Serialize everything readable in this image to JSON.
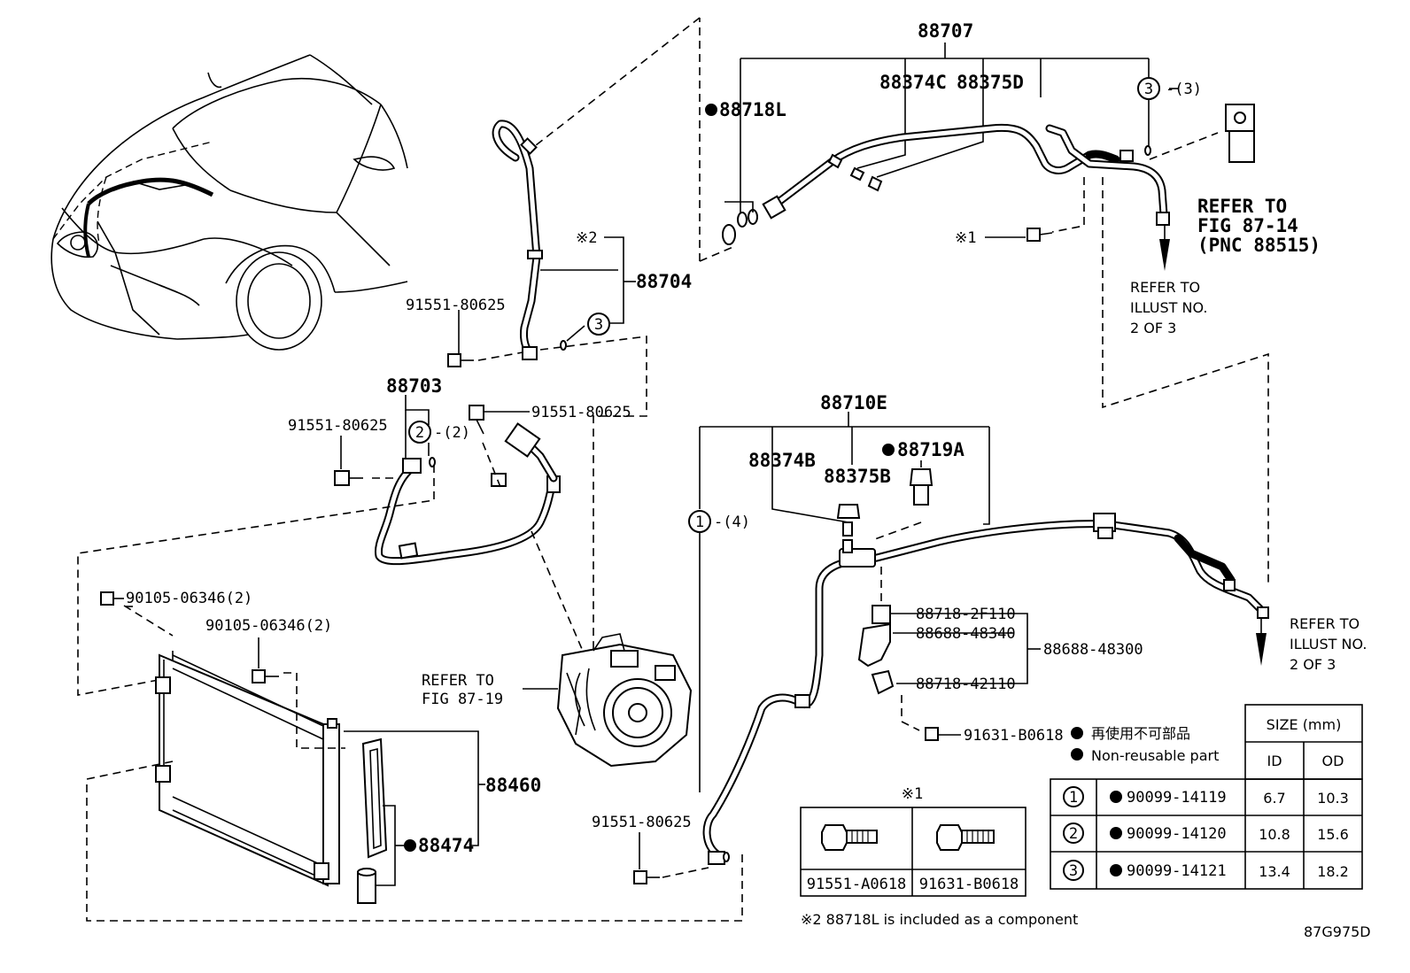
{
  "callouts": {
    "p88707": "88707",
    "p88718L": "88718L",
    "p88374C": "88374C",
    "p88375D": "88375D",
    "c3_top": "3",
    "c3_top_qty": "-(3)",
    "refer_fig_87_14": [
      "REFER TO",
      "FIG 87-14",
      "(PNC 88515)"
    ],
    "note1_mark_a": "※1",
    "refer_illust_top": [
      "REFER TO",
      "ILLUST NO.",
      "2 OF 3"
    ],
    "note2_mark": "※2",
    "p88704": "88704",
    "c3_hose": "3",
    "bolt_a": "91551-80625",
    "p88703": "88703",
    "bolt_b": "91551-80625",
    "c2": "2",
    "c2_qty": "-(2)",
    "bolt_c": "91551-80625",
    "p88710E": "88710E",
    "p88374B": "88374B",
    "p88375B": "88375B",
    "p88719A": "88719A",
    "c1": "1",
    "c1_qty": "-(4)",
    "bolt_90105_a": "90105-06346(2)",
    "bolt_90105_b": "90105-06346(2)",
    "refer_fig_87_19": [
      "REFER TO",
      "FIG 87-19"
    ],
    "p88718_2F110": "88718-2F110",
    "p88688_48340": "88688-48340",
    "p88688_48300": "88688-48300",
    "p88718_42110": "88718-42110",
    "refer_illust_right": [
      "REFER TO",
      "ILLUST NO.",
      "2 OF 3"
    ],
    "p91631_B0618": "91631-B0618",
    "p88460": "88460",
    "p88474": "88474",
    "bolt_d": "91551-80625",
    "fig_code": "87G975D"
  },
  "legend": {
    "jp": "再使用不可部品",
    "en": "Non-reusable part"
  },
  "note1_box": {
    "mark": "※1",
    "parts": [
      "91551-A0618",
      "91631-B0618"
    ]
  },
  "note2_text": "※2 88718L is included as a component",
  "size_table": {
    "title": "SIZE (mm)",
    "cols": [
      "ID",
      "OD"
    ],
    "rows": [
      {
        "no": "1",
        "part": "90099-14119",
        "id": "6.7",
        "od": "10.3"
      },
      {
        "no": "2",
        "part": "90099-14120",
        "id": "10.8",
        "od": "15.6"
      },
      {
        "no": "3",
        "part": "90099-14121",
        "id": "13.4",
        "od": "18.2"
      }
    ]
  }
}
